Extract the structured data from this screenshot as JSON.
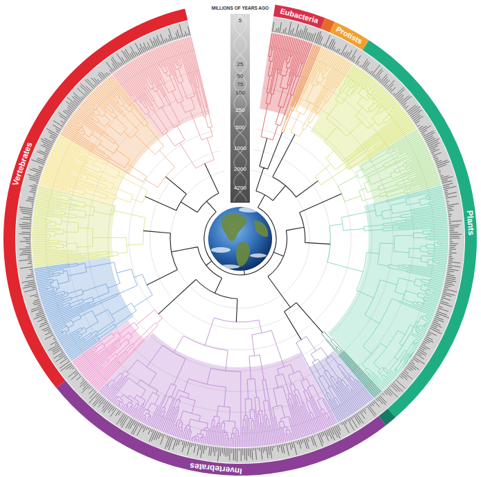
{
  "diagram": {
    "labels": [
      "MILLIONS OF YEARS AGO",
      "5",
      "25",
      "50",
      "75",
      "100",
      "250",
      "500",
      "1000",
      "2000",
      "4200",
      "Eubacteria",
      "Protists",
      "Plants",
      "Invertebrates",
      "Vertebrates"
    ]
  }
}
